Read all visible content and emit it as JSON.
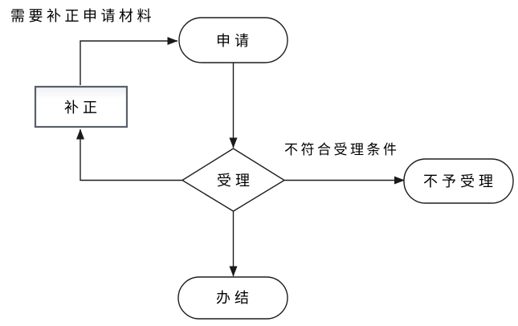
{
  "annotation": {
    "top_left_label": "需要补正申请材料"
  },
  "nodes": {
    "apply": {
      "label": "申请",
      "type": "terminator"
    },
    "supplement": {
      "label": "补正",
      "type": "process"
    },
    "accept": {
      "label": "受理",
      "type": "decision"
    },
    "reject": {
      "label": "不予受理",
      "type": "terminator"
    },
    "complete": {
      "label": "办结",
      "type": "terminator"
    }
  },
  "edges": {
    "accept_to_reject_label": "不符合受理条件"
  },
  "colors": {
    "background": "#ffffff",
    "line": "#1e1e1e",
    "process_border": "#5a6069",
    "text": "#000000"
  }
}
